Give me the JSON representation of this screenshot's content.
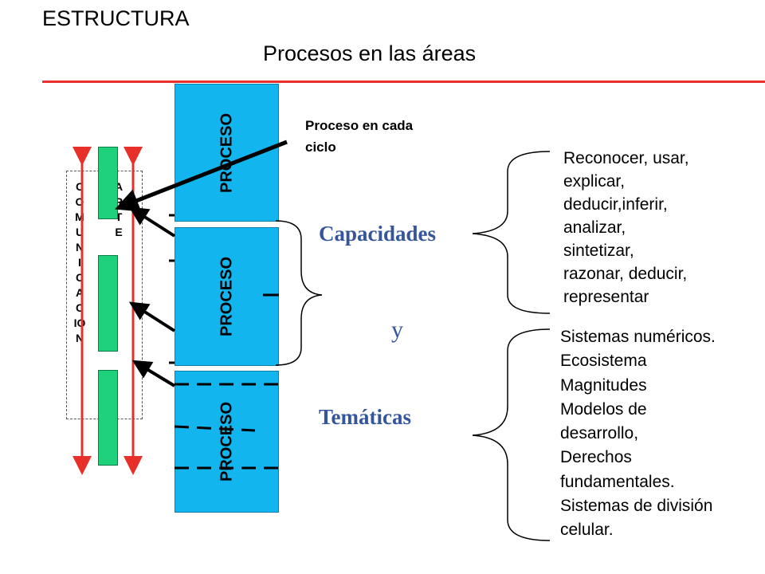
{
  "header": {
    "title": "ESTRUCTURA",
    "subtitle": "Procesos en las áreas"
  },
  "colors": {
    "rule": "#e8302b",
    "process_box": "#12b5ee",
    "green_bar": "#1fd17b",
    "heading_blue": "#35559c",
    "red_arrow": "#e8302b"
  },
  "diagram": {
    "process_label": "PROCESO",
    "process_note": [
      "Proceso en cada",
      "ciclo"
    ],
    "vertical_left": [
      "C",
      "O",
      "M",
      "U",
      "N",
      "I",
      "C",
      "A",
      "C",
      "IO",
      "N"
    ],
    "vertical_right": [
      "A",
      "R",
      "T",
      "E"
    ],
    "capacidades": {
      "heading": "Capacidades",
      "items": [
        "Reconocer, usar,",
        "explicar,",
        "deducir,inferir,",
        "analizar,",
        "sintetizar,",
        "razonar, deducir,",
        "representar"
      ]
    },
    "connector": "y",
    "tematicas": {
      "heading": "Temáticas",
      "items": [
        "Sistemas numéricos.",
        "Ecosistema",
        "Magnitudes",
        "Modelos de",
        "desarrollo,",
        "Derechos",
        "fundamentales.",
        "Sistemas de división",
        "celular."
      ]
    }
  }
}
